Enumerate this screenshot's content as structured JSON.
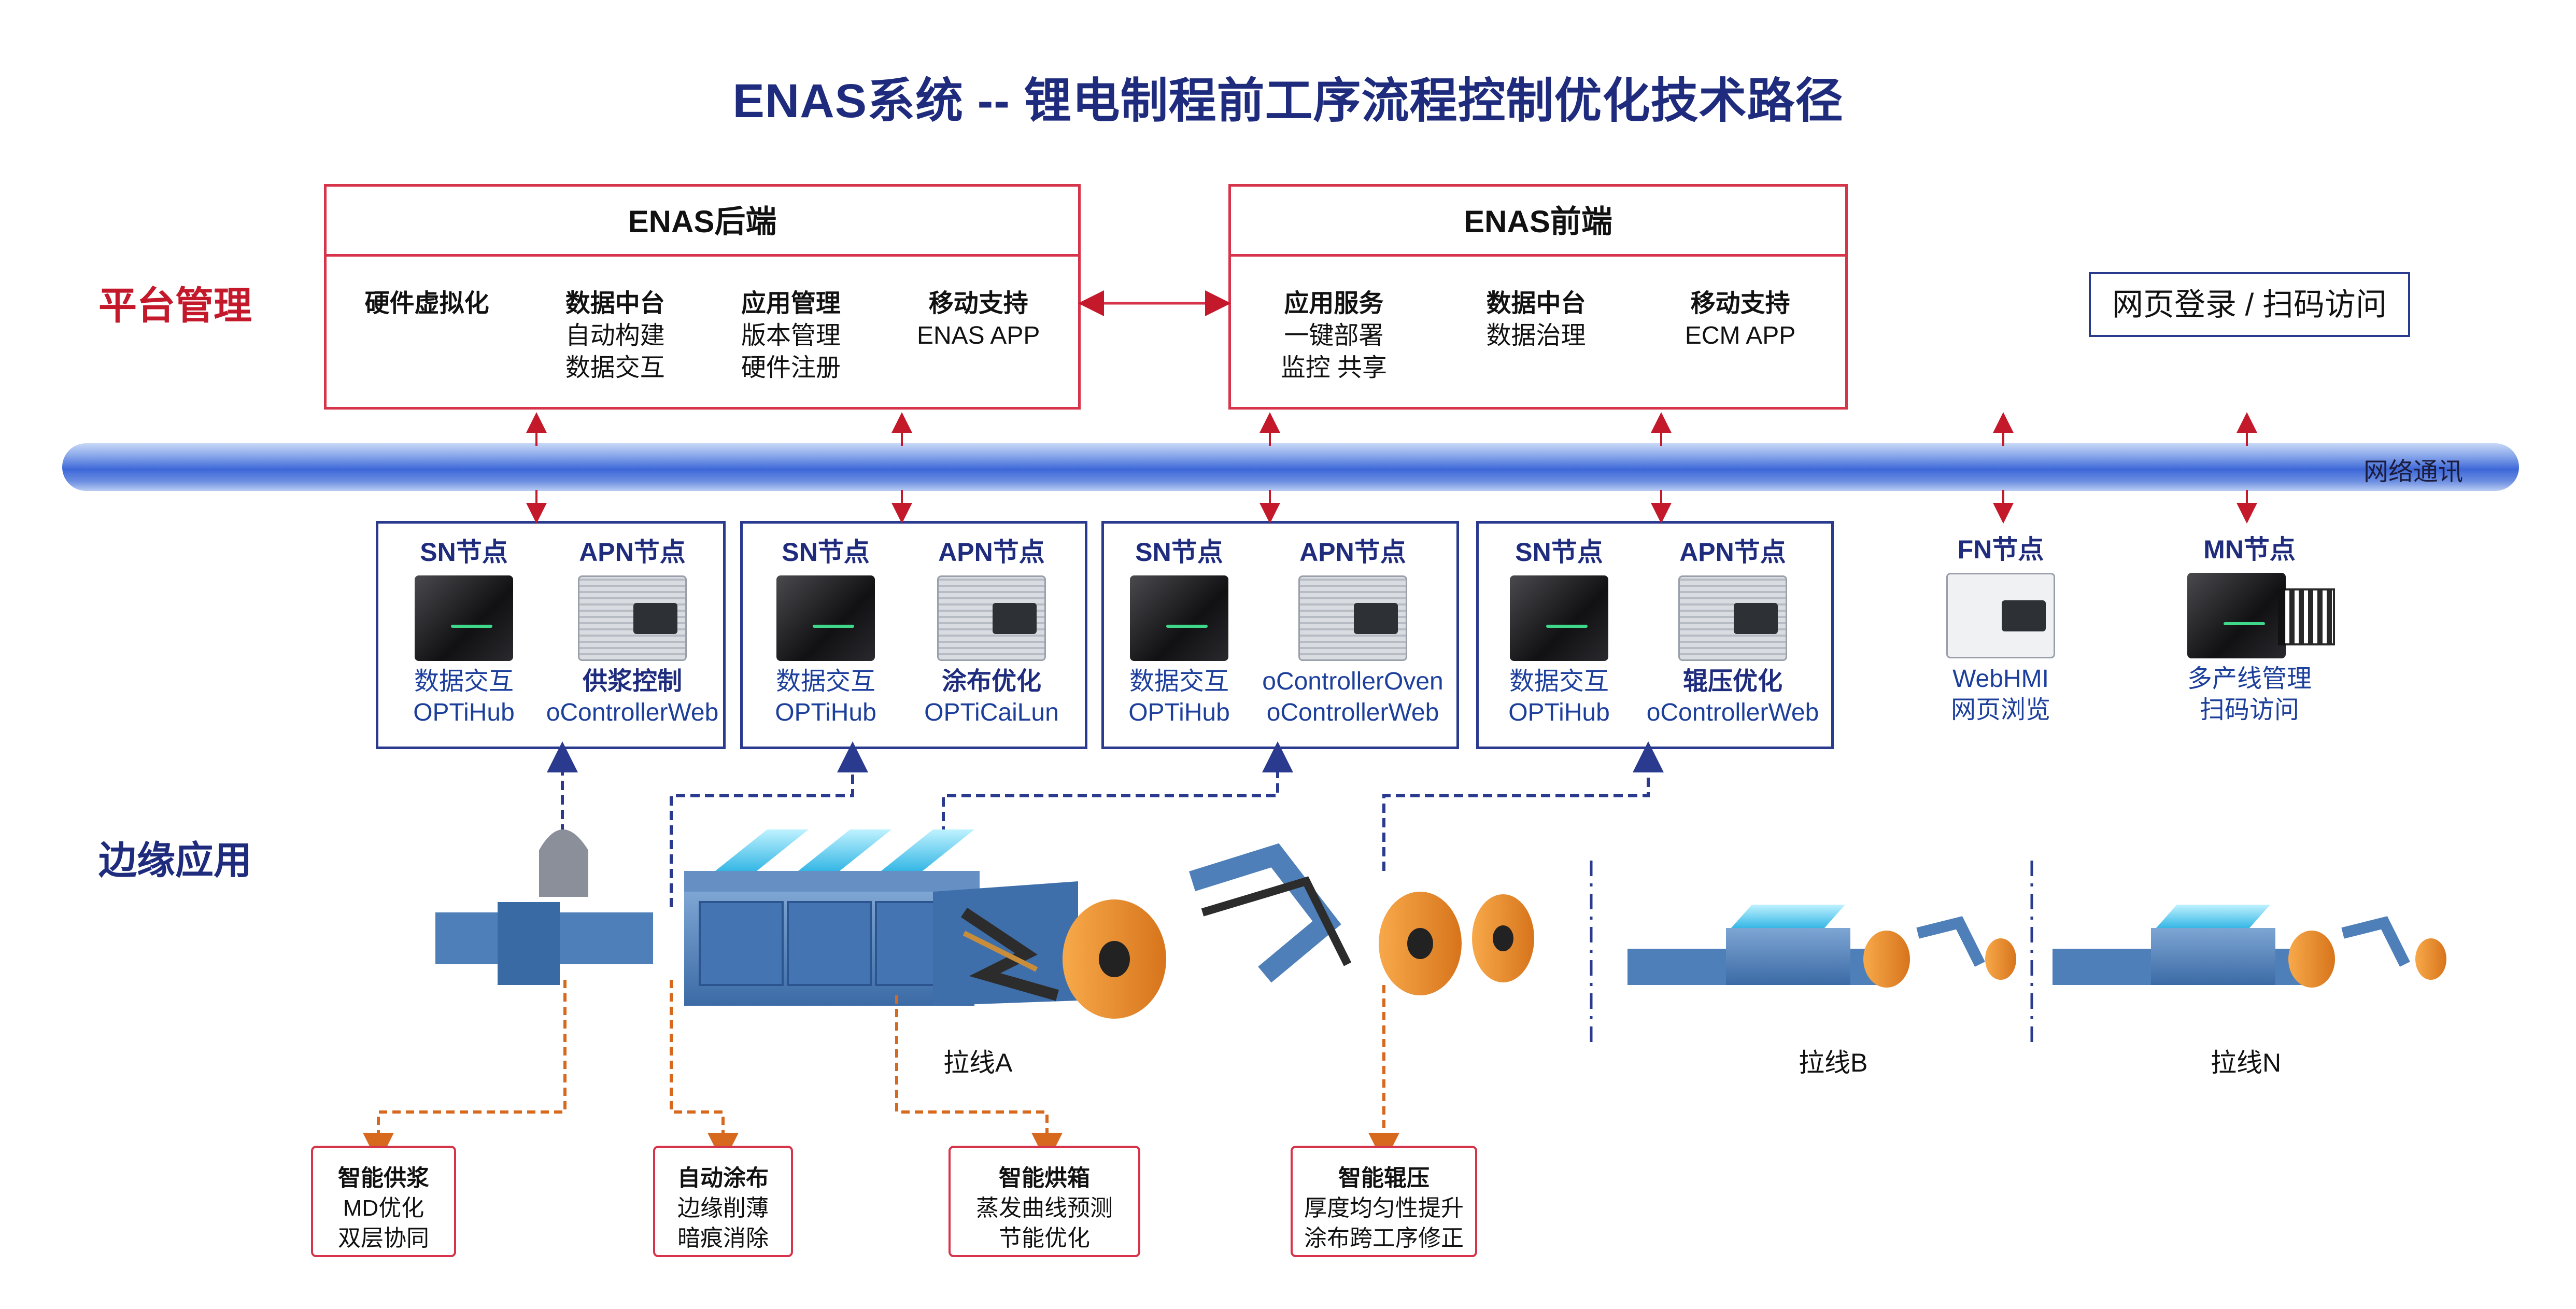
{
  "title": "ENAS系统 -- 锂电制程前工序流程控制优化技术路径",
  "sections": {
    "platform": "平台管理",
    "edge": "边缘应用"
  },
  "backend": {
    "header": "ENAS后端",
    "cols": [
      {
        "title": "硬件虚拟化",
        "lines": []
      },
      {
        "title": "数据中台",
        "lines": [
          "自动构建",
          "数据交互"
        ]
      },
      {
        "title": "应用管理",
        "lines": [
          "版本管理",
          "硬件注册"
        ]
      },
      {
        "title": "移动支持",
        "lines": [
          "ENAS APP"
        ]
      }
    ]
  },
  "frontend": {
    "header": "ENAS前端",
    "cols": [
      {
        "title": "应用服务",
        "lines": [
          "一键部署",
          "监控 共享"
        ]
      },
      {
        "title": "数据中台",
        "lines": [
          "数据治理"
        ]
      },
      {
        "title": "移动支持",
        "lines": [
          "ECM APP"
        ]
      }
    ]
  },
  "web_access": "网页登录 / 扫码访问",
  "network_label": "网络通讯",
  "node_groups": [
    {
      "sn": {
        "title": "SN节点",
        "l1": "数据交互",
        "l2": "OPTiHub"
      },
      "apn": {
        "title": "APN节点",
        "l1": "供浆控制",
        "l2": "oControllerWeb",
        "l1_bold": true
      }
    },
    {
      "sn": {
        "title": "SN节点",
        "l1": "数据交互",
        "l2": "OPTiHub"
      },
      "apn": {
        "title": "APN节点",
        "l1": "涂布优化",
        "l2": "OPTiCaiLun",
        "l1_bold": true
      }
    },
    {
      "sn": {
        "title": "SN节点",
        "l1": "数据交互",
        "l2": "OPTiHub"
      },
      "apn": {
        "title": "APN节点",
        "l1": "oControllerOven",
        "l2": "oControllerWeb",
        "l1_bold": false
      }
    },
    {
      "sn": {
        "title": "SN节点",
        "l1": "数据交互",
        "l2": "OPTiHub"
      },
      "apn": {
        "title": "APN节点",
        "l1": "辊压优化",
        "l2": "oControllerWeb",
        "l1_bold": true
      }
    }
  ],
  "fn_node": {
    "title": "FN节点",
    "l1": "WebHMI",
    "l2": "网页浏览"
  },
  "mn_node": {
    "title": "MN节点",
    "l1": "多产线管理",
    "l2": "扫码访问"
  },
  "lines": [
    "拉线A",
    "拉线B",
    "拉线N"
  ],
  "apps": [
    {
      "title": "智能供浆",
      "lines": [
        "MD优化",
        "双层协同"
      ]
    },
    {
      "title": "自动涂布",
      "lines": [
        "边缘削薄",
        "暗痕消除"
      ]
    },
    {
      "title": "智能烘箱",
      "lines": [
        "蒸发曲线预测",
        "节能优化"
      ]
    },
    {
      "title": "智能辊压",
      "lines": [
        "厚度均匀性提升",
        "涂布跨工序修正"
      ]
    }
  ],
  "colors": {
    "navy": "#1f2c7e",
    "red": "#d6344a",
    "orange": "#d7691f",
    "dashed_blue": "#2a3a8f"
  }
}
